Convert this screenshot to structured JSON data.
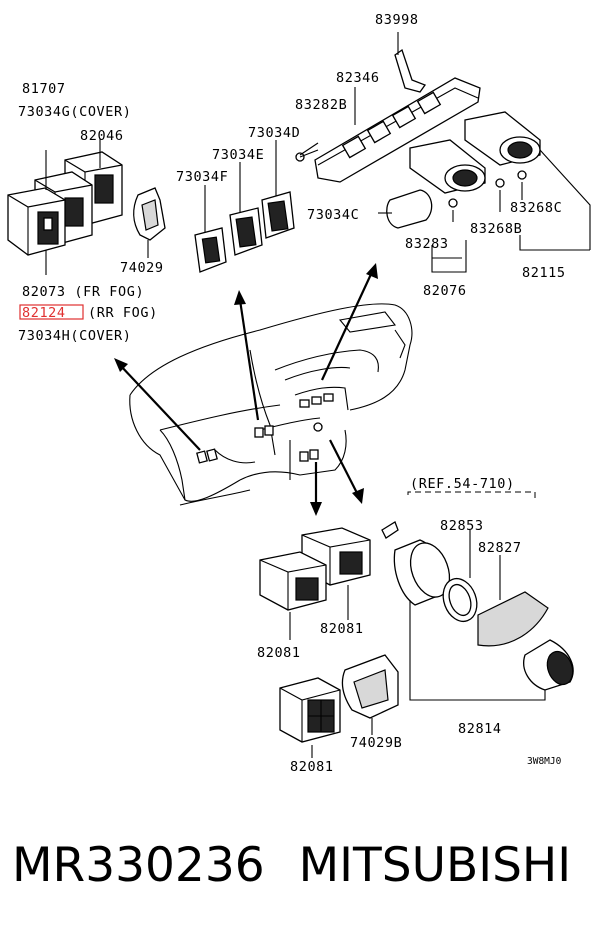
{
  "diagram": {
    "labels": {
      "l83998": "83998",
      "l82346": "82346",
      "l83282B": "83282B",
      "l73034D": "73034D",
      "l73034E": "73034E",
      "l73034F": "73034F",
      "l73034C": "73034C",
      "l81707": "81707",
      "l73034G": "73034G(COVER)",
      "l82046": "82046",
      "l74029": "74029",
      "l82073": "82073 (FR FOG)",
      "l82124_num": "82124",
      "l82124_rest": "(RR FOG)",
      "l73034H": "73034H(COVER)",
      "l83283": "83283",
      "l83268C": "83268C",
      "l83268B": "83268B",
      "l82076": "82076",
      "l82115": "82115",
      "lref": "(REF.54-710)",
      "l82853": "82853",
      "l82827": "82827",
      "l82081a": "82081",
      "l82081b": "82081",
      "l82081c": "82081",
      "l74029B": "74029B",
      "l82814": "82814",
      "lcode": "3W8MJ0"
    },
    "highlight_color": "#e03030"
  },
  "footer": {
    "part_number": "MR330236",
    "brand": "MITSUBISHI"
  }
}
